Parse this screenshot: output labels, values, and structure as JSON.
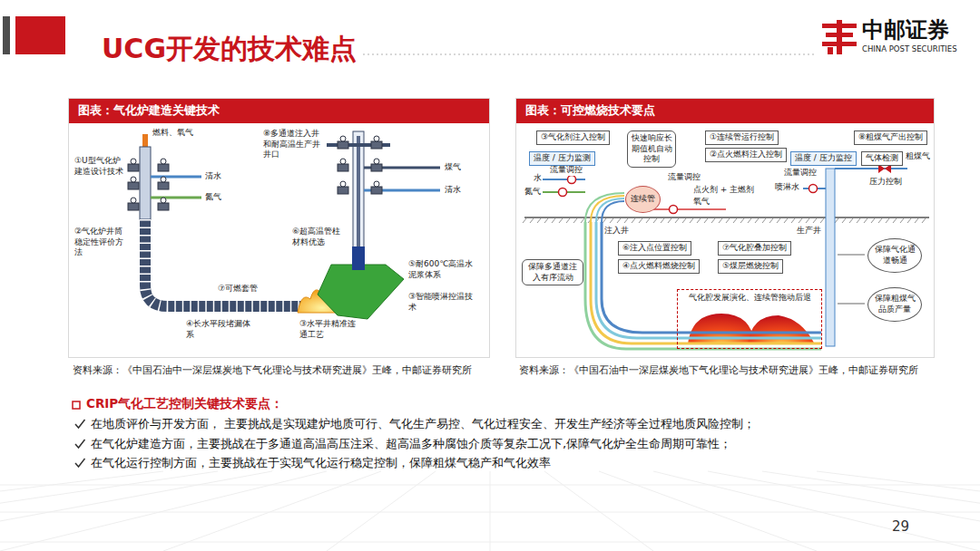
{
  "diagram": {
    "title": "UCG开发的技术难点",
    "nodes": [
      {
        "text": [
          "图表：气化炉建造关键技术"
        ]
      },
      {
        "text": [
          "图表：可控燃烧技术要点"
        ]
      },
      {
        "text": [
          "③气化剂注入控制"
        ],
        "in": 1
      },
      {
        "text": [
          "快速响应长期值机自动控制"
        ],
        "in": 1
      },
      {
        "text": [
          "①连续管运行控制"
        ],
        "in": 1
      },
      {
        "text": [
          "②点火燃料注入控制"
        ],
        "in": 1
      },
      {
        "text": [
          "⑧粗煤气产出控制"
        ],
        "in": 1
      },
      {
        "text": [
          "温度 / 压力监测"
        ],
        "in": 1
      },
      {
        "text": [
          "连续管"
        ],
        "in": 1
      },
      {
        "text": [
          "温度 / 压力监控"
        ],
        "in": 1
      },
      {
        "text": [
          "气体检测"
        ],
        "in": 1
      },
      {
        "text": [
          "⑥注入点位置控制"
        ],
        "in": 1
      },
      {
        "text": [
          "⑦气化腔叠加控制"
        ],
        "in": 1
      },
      {
        "text": [
          "④点火燃料燃烧控制"
        ],
        "in": 1
      },
      {
        "text": [
          "⑤煤层燃烧控制"
        ],
        "in": 1
      },
      {
        "text": [
          "保障多通道注入有序流动"
        ],
        "in": 1
      },
      {
        "text": [
          "保障气化通道畅通"
        ],
        "in": 1
      },
      {
        "text": [
          "气化腔发展演化、连续管拖动后退"
        ],
        "in": 1
      },
      {
        "text": [
          "保障粗煤气品质产量"
        ],
        "in": 1
      }
    ],
    "labels": [
      "中邮证券",
      "CHINA POST SECURITIES",
      "燃料、氧气",
      "①U型气化炉建造设计技术",
      "清水",
      "氮气",
      "②气化炉井筒稳定性评价方法",
      "⑧多通道注入井和耐高温生产井井口",
      "煤气",
      "清水",
      "⑥超高温管柱材料优选",
      "⑤耐600℃高温水泥浆体系",
      "⑦可燃套管",
      "③智能喷淋控温技术",
      "④长水平段堵漏体系",
      "③水平井精准连通工艺",
      "资料来源：《中国石油中一深层煤炭地下气化理论与技术研究进展》王峰，中邮证券研究所",
      "流量调控",
      "水",
      "氮气",
      "流量调控",
      "点火剂 + 主燃剂",
      "氧气",
      "流量调控",
      "喷淋水",
      "粗煤气",
      "压力控制",
      "注入井",
      "生产井",
      "资料来源：《中国石油中一深层煤炭地下气化理论与技术研究进展》王峰，中邮证券研究所",
      "CRIP气化工艺控制关键技术要点：",
      "在地质评价与开发方面， 主要挑战是实现建炉地质可行、气化生产易控、气化过程安全、开发生产经济等全过程地质风险控制；",
      "在气化炉建造方面，主要挑战在于多通道高温高压注采、超高温多种腐蚀介质等复杂工况下,保障气化炉全生命周期可靠性；",
      "在气化运行控制方面，主要挑战在于实现气化运行稳定控制，保障粗煤气稳产和气化效率",
      "29"
    ]
  }
}
